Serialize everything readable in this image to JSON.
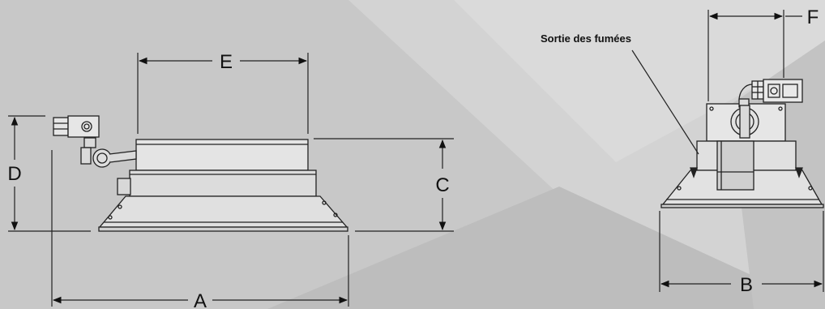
{
  "callout": {
    "smoke_outlet": "Sortie des fumées"
  },
  "dimensions": {
    "a": "A",
    "b": "B",
    "c": "C",
    "d": "D",
    "e": "E",
    "f": "F"
  },
  "colors": {
    "background_light": "#d6d6d6",
    "background_dark": "#c4c4c4",
    "line": "#222222"
  }
}
